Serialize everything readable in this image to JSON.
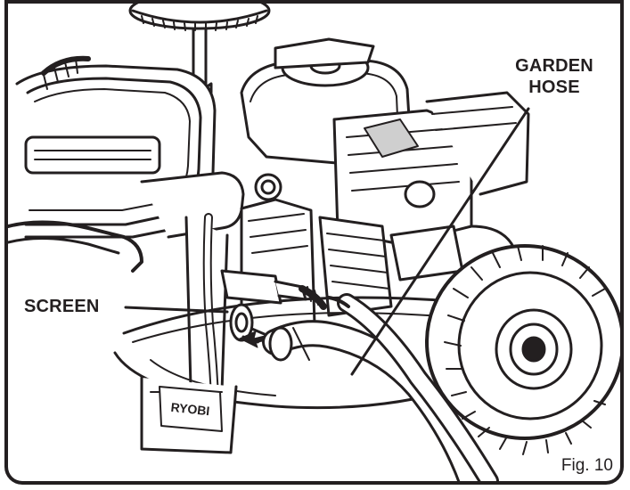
{
  "figure": {
    "label": "Fig. 10",
    "brand_mark": "RYOBI"
  },
  "callouts": {
    "garden_hose_line1": "GARDEN",
    "garden_hose_line2": "HOSE",
    "screen": "SCREEN"
  },
  "colors": {
    "ink": "#231f20",
    "paper": "#ffffff",
    "shade": "#cfcfcf"
  }
}
